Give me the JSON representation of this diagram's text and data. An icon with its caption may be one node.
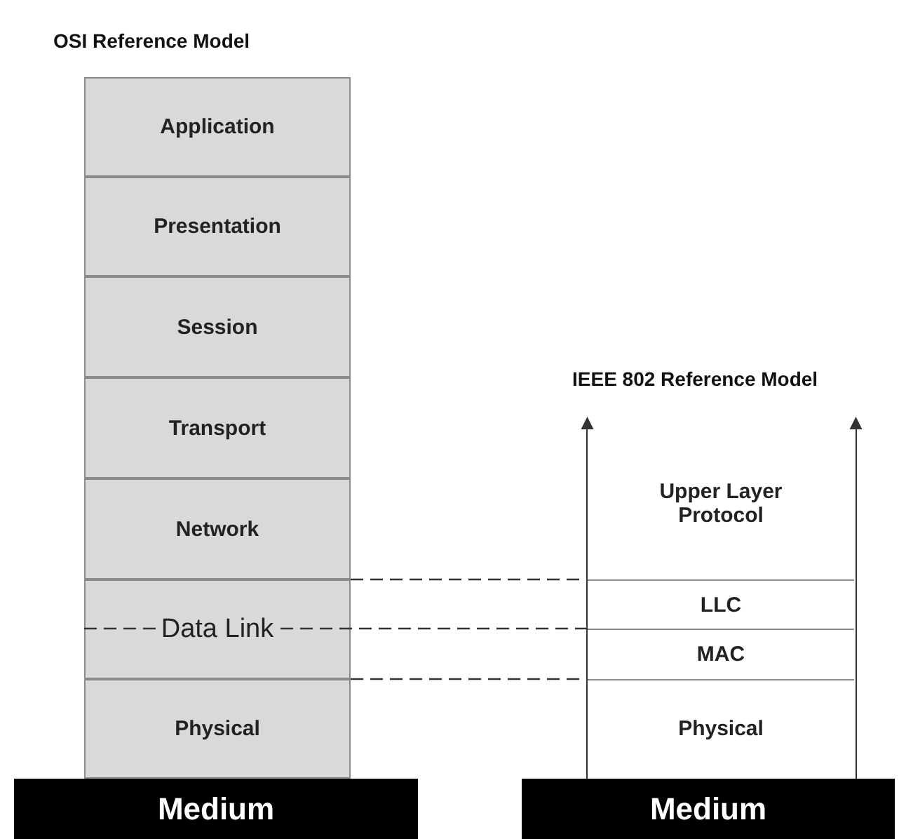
{
  "diagram": {
    "nodes": [
      {
        "text": [
          "OSI Reference Model"
        ]
      },
      {
        "text": [
          "Application"
        ],
        "in": 0
      },
      {
        "text": [
          "Presentation"
        ],
        "in": 0
      },
      {
        "text": [
          "Session"
        ],
        "in": 0
      },
      {
        "text": [
          "Transport"
        ],
        "in": 0
      },
      {
        "text": [
          "Network"
        ],
        "in": 0
      },
      {
        "text": [
          "Data Link"
        ],
        "in": 0
      },
      {
        "text": [
          "Physical"
        ],
        "in": 0
      },
      {
        "text": [
          "Medium"
        ]
      },
      {
        "text": [
          "IEEE 802 Reference Model"
        ]
      },
      {
        "text": [
          "Upper Layer Protocol"
        ],
        "in": 9
      },
      {
        "text": [
          "LLC"
        ],
        "in": 9
      },
      {
        "text": [
          "MAC"
        ],
        "in": 9
      },
      {
        "text": [
          "Physical"
        ],
        "in": 9
      },
      {
        "text": [
          "Medium"
        ]
      }
    ],
    "edges": [
      {
        "from": 6,
        "to": 11,
        "arrow": "none",
        "style": "dashed"
      },
      {
        "from": 6,
        "to": 12,
        "arrow": "none",
        "style": "dashed"
      },
      {
        "from": 6,
        "to": 12,
        "arrow": "none",
        "style": "dashed"
      }
    ]
  }
}
